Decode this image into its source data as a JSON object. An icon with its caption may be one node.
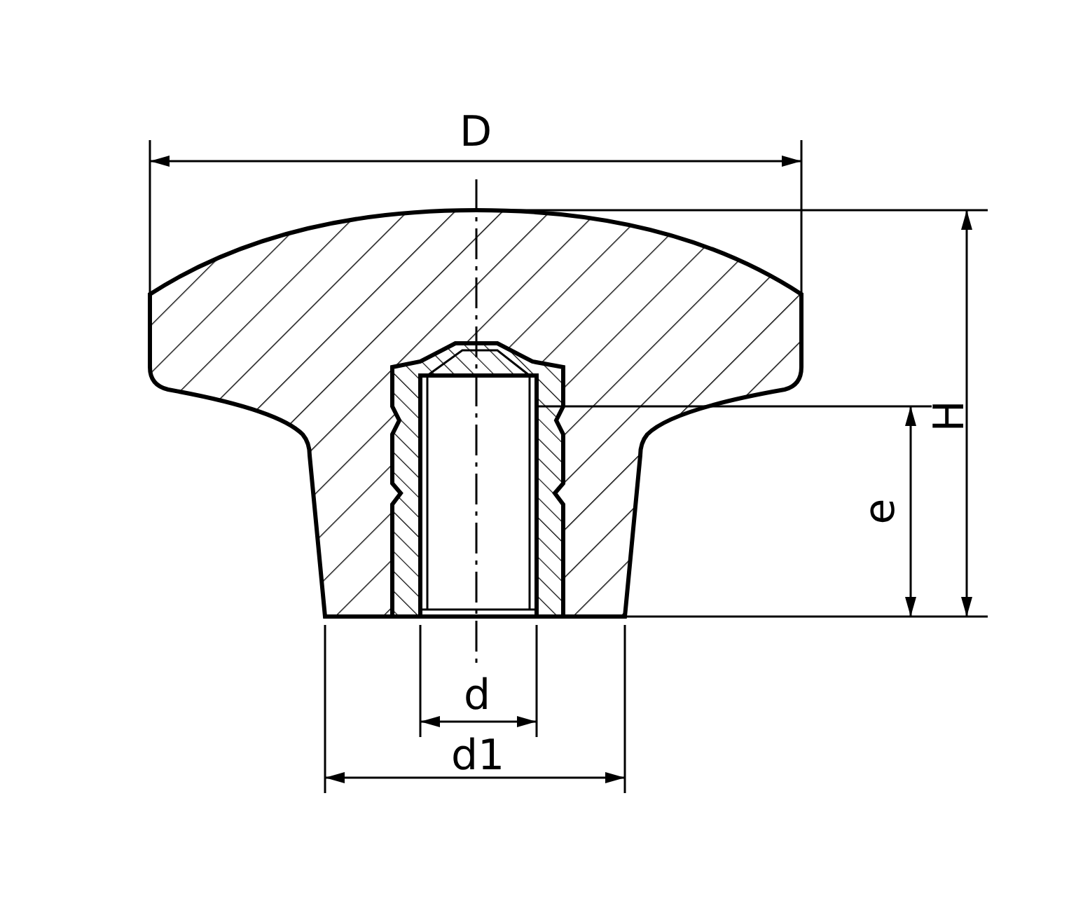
{
  "diagram": {
    "labels": [
      "D",
      "H",
      "e",
      "d",
      "d1"
    ]
  }
}
